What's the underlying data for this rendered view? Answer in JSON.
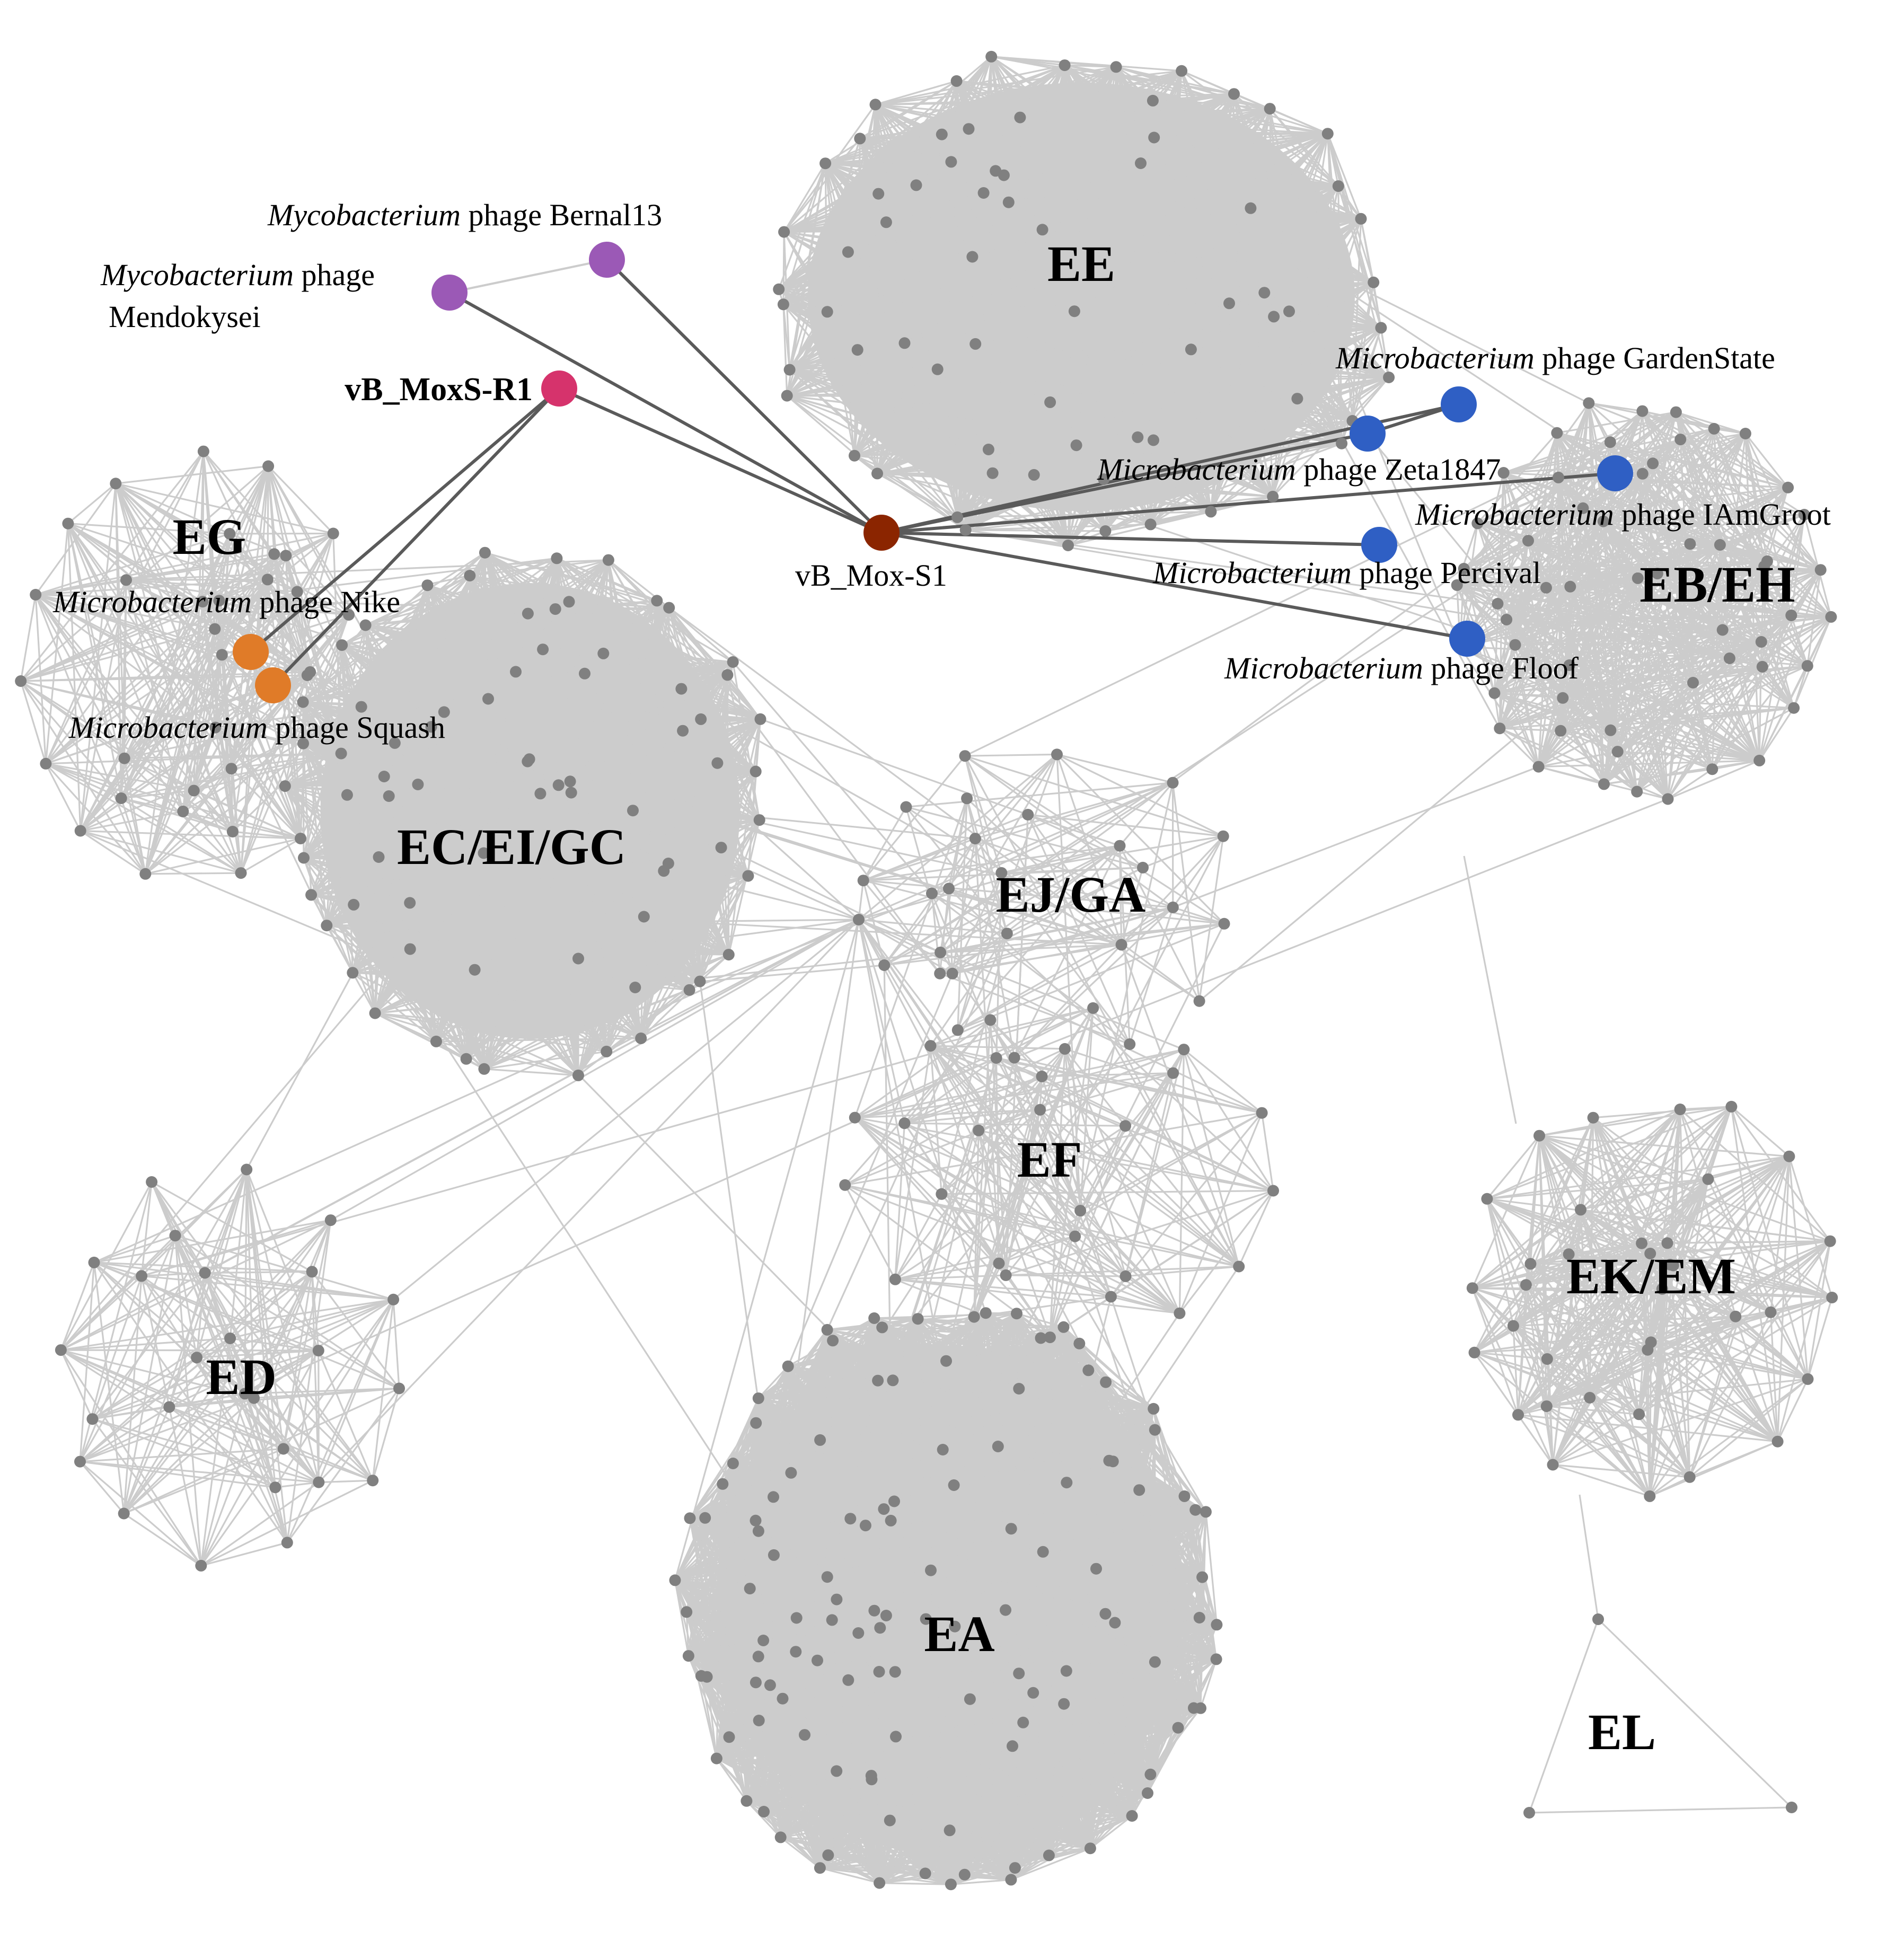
{
  "figure": {
    "clusters": [
      {
        "id": "EE",
        "label": "EE"
      },
      {
        "id": "EB/EH",
        "label": "EB/EH"
      },
      {
        "id": "EG",
        "label": "EG"
      },
      {
        "id": "EC/EI/GC",
        "label": "EC/EI/GC"
      },
      {
        "id": "EJ/GA",
        "label": "EJ/GA"
      },
      {
        "id": "EF",
        "label": "EF"
      },
      {
        "id": "ED",
        "label": "ED"
      },
      {
        "id": "EA",
        "label": "EA"
      },
      {
        "id": "EK/EM",
        "label": "EK/EM"
      },
      {
        "id": "EL",
        "label": "EL"
      }
    ],
    "highlighted_phages": [
      {
        "id": "bernal13",
        "genus": "Mycobacterium",
        "rest": " phage Bernal13",
        "color": "#9b59b6"
      },
      {
        "id": "mendokysei",
        "genus": "Mycobacterium",
        "rest": " phage",
        "line2": "Mendokysei",
        "color": "#9b59b6"
      },
      {
        "id": "vb-moxs-r1",
        "label": "vB_MoxS-R1",
        "color": "#d6336c"
      },
      {
        "id": "vb-mox-s1",
        "label": "vB_Mox-S1",
        "color": "#8b2500"
      },
      {
        "id": "nike",
        "genus": "Microbacterium",
        "rest": " phage Nike",
        "color": "#e07b28"
      },
      {
        "id": "squash",
        "genus": "Microbacterium",
        "rest": " phage Squash",
        "color": "#e07b28"
      },
      {
        "id": "gardenstate",
        "genus": "Microbacterium",
        "rest": " phage GardenState",
        "color": "#2f5fc4"
      },
      {
        "id": "zeta1847",
        "genus": "Microbacterium",
        "rest": " phage Zeta1847",
        "color": "#2f5fc4"
      },
      {
        "id": "iamgroot",
        "genus": "Microbacterium",
        "rest": " phage IAmGroot",
        "color": "#2f5fc4"
      },
      {
        "id": "percival",
        "genus": "Microbacterium",
        "rest": " phage Percival",
        "color": "#2f5fc4"
      },
      {
        "id": "floof",
        "genus": "Microbacterium",
        "rest": " phage Floof",
        "color": "#2f5fc4"
      }
    ],
    "colors": {
      "edge": "#cccccc",
      "node": "#808080",
      "highlight_edge": "#5a5a5a"
    }
  }
}
